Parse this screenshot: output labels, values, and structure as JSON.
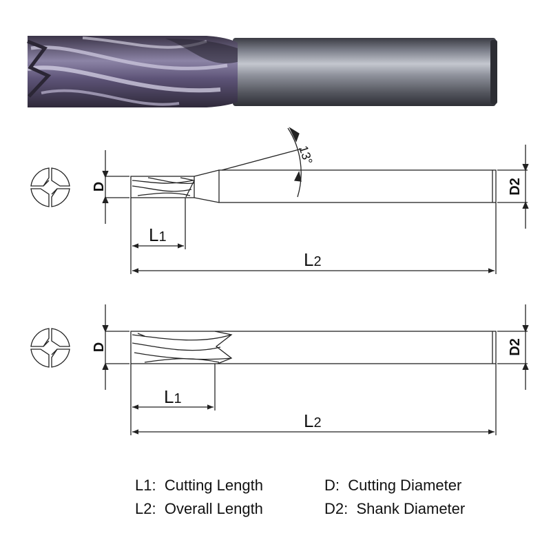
{
  "dimensions": {
    "d": "D",
    "l1_main": "L",
    "l1_sub": "1",
    "l2_main": "L",
    "l2_sub": "2",
    "d2": "D2",
    "angle": "13°"
  },
  "legend": {
    "rows": [
      {
        "left_key": "L1:",
        "left_text": "Cutting Length",
        "right_key": "D:",
        "right_text": "Cutting Diameter"
      },
      {
        "left_key": "L2:",
        "left_text": "Overall Length",
        "right_key": "D2:",
        "right_text": "Shank Diameter"
      }
    ]
  },
  "colors": {
    "line": "#222222",
    "tool_dark": "#3e3f48",
    "tool_mid": "#6a6c78",
    "tool_light": "#b9bcc6",
    "flute_violet": "#5a4c7a"
  }
}
